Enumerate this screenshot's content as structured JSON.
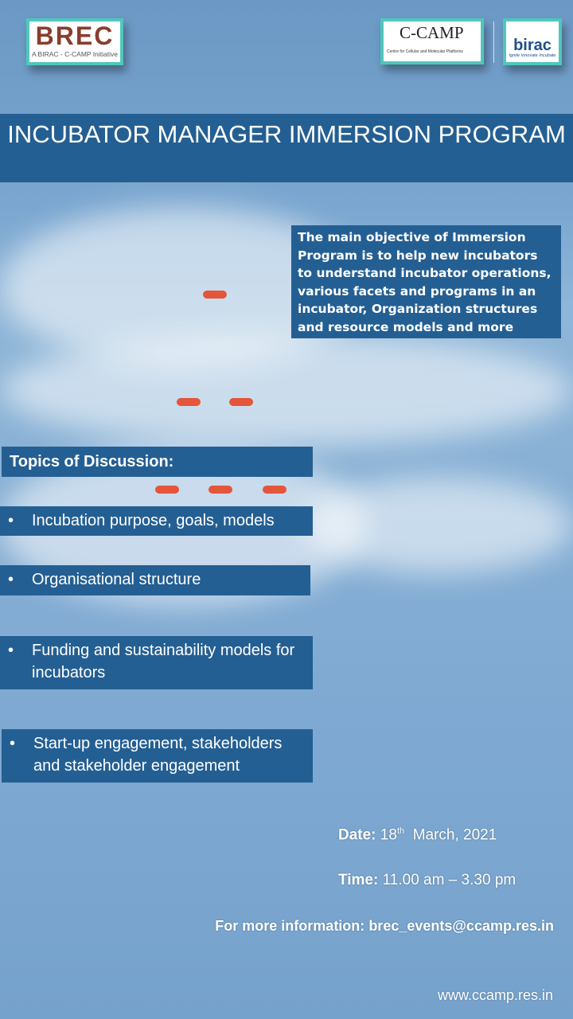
{
  "logos": {
    "brec": "BREC",
    "brec_tagline": "A BIRAC - C-CAMP Initiative",
    "ccamp": "C-CAMP",
    "ccamp_sub": "Centre for Cellular and Molecular Platforms",
    "birac": "birac",
    "birac_sub": "Ignite Innovate Incubate"
  },
  "title": "INCUBATOR MANAGER IMMERSION PROGRAM",
  "objective": "The main objective of Immersion Program is to help new incubators to understand incubator operations, various facets and programs in an incubator, Organization structures and resource models and more",
  "topics_header": "Topics of Discussion:",
  "topics": [
    "Incubation purpose, goals, models",
    "Organisational structure",
    "Funding and sustainability models for incubators",
    "Start-up engagement, stakeholders and stakeholder engagement"
  ],
  "date": {
    "label": "Date:",
    "day": "18",
    "suffix": "th",
    "rest": "March, 2021"
  },
  "time": {
    "label": "Time:",
    "value": "11.00 am – 3.30 pm"
  },
  "contact": {
    "label": "For more information:",
    "email": "brec_events@ccamp.res.in"
  },
  "website": "www.ccamp.res.in"
}
